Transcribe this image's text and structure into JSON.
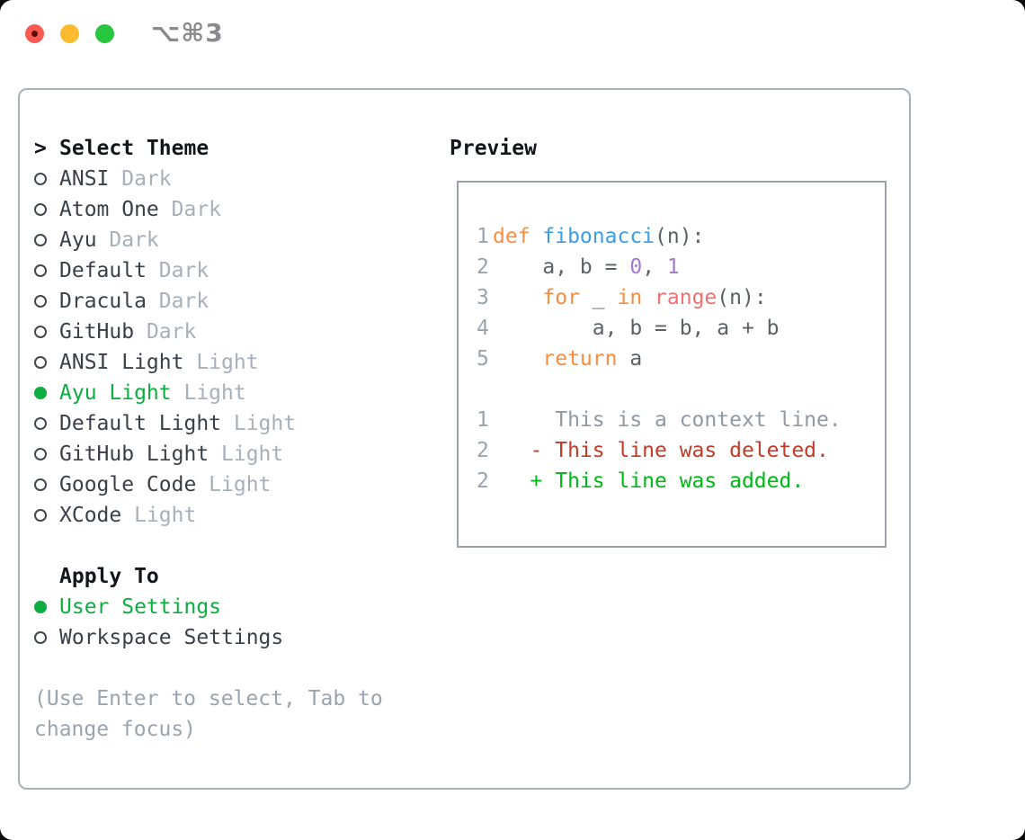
{
  "window": {
    "title": "⌥⌘3"
  },
  "colors": {
    "selection_green": "#0EAD41",
    "panel_border": "#A9B0B9",
    "preview_border": "#9AA1AA",
    "text_dark": "#3A4049",
    "text_muted": "#A6B0BB",
    "traffic_red": "#FB5A52",
    "traffic_yellow": "#FDBB2F",
    "traffic_green": "#28C53E",
    "code_keyword": "#FA8D3E",
    "code_function": "#399EE6",
    "code_number": "#A37ACC",
    "code_builtin": "#F07171",
    "code_foreground": "#5C6166",
    "diff_deleted": "#C13B28",
    "diff_added": "#00B716"
  },
  "theme_selector": {
    "prompt": ">",
    "title": "Select Theme",
    "items": [
      {
        "name": "ANSI",
        "tag": "Dark",
        "selected": false
      },
      {
        "name": "Atom One",
        "tag": "Dark",
        "selected": false
      },
      {
        "name": "Ayu",
        "tag": "Dark",
        "selected": false
      },
      {
        "name": "Default",
        "tag": "Dark",
        "selected": false
      },
      {
        "name": "Dracula",
        "tag": "Dark",
        "selected": false
      },
      {
        "name": "GitHub",
        "tag": "Dark",
        "selected": false
      },
      {
        "name": "ANSI Light",
        "tag": "Light",
        "selected": false
      },
      {
        "name": "Ayu Light",
        "tag": "Light",
        "selected": true
      },
      {
        "name": "Default Light",
        "tag": "Light",
        "selected": false
      },
      {
        "name": "GitHub Light",
        "tag": "Light",
        "selected": false
      },
      {
        "name": "Google Code",
        "tag": "Light",
        "selected": false
      },
      {
        "name": "XCode",
        "tag": "Light",
        "selected": false
      }
    ]
  },
  "apply_to": {
    "title": "Apply To",
    "options": [
      {
        "name": "User Settings",
        "selected": true
      },
      {
        "name": "Workspace Settings",
        "selected": false
      }
    ]
  },
  "hint_lines": [
    "(Use Enter to select, Tab to",
    "change focus)"
  ],
  "preview": {
    "title": "Preview",
    "code_lines": [
      {
        "num": "1",
        "tokens": [
          {
            "t": "def ",
            "c": "kw"
          },
          {
            "t": "fibonacci",
            "c": "fn"
          },
          {
            "t": "(n):",
            "c": "fg"
          }
        ]
      },
      {
        "num": "2",
        "tokens": [
          {
            "t": "    a, b = ",
            "c": "fg"
          },
          {
            "t": "0",
            "c": "num"
          },
          {
            "t": ", ",
            "c": "fg"
          },
          {
            "t": "1",
            "c": "num"
          }
        ]
      },
      {
        "num": "3",
        "tokens": [
          {
            "t": "    ",
            "c": "fg"
          },
          {
            "t": "for",
            "c": "kw"
          },
          {
            "t": " _ ",
            "c": "fg"
          },
          {
            "t": "in",
            "c": "kw"
          },
          {
            "t": " ",
            "c": "fg"
          },
          {
            "t": "range",
            "c": "bi"
          },
          {
            "t": "(n):",
            "c": "fg"
          }
        ]
      },
      {
        "num": "4",
        "tokens": [
          {
            "t": "        a, b = b, a + b",
            "c": "fg"
          }
        ]
      },
      {
        "num": "5",
        "tokens": [
          {
            "t": "    ",
            "c": "fg"
          },
          {
            "t": "return",
            "c": "kw"
          },
          {
            "t": " a",
            "c": "fg"
          }
        ]
      },
      {
        "num": "",
        "tokens": []
      },
      {
        "num": "1",
        "tokens": [
          {
            "t": "     This is a context line.",
            "c": "ctx"
          }
        ]
      },
      {
        "num": "2",
        "tokens": [
          {
            "t": "   - This line was deleted.",
            "c": "del"
          }
        ]
      },
      {
        "num": "2",
        "tokens": [
          {
            "t": "   + This line was added.",
            "c": "add"
          }
        ]
      }
    ]
  }
}
